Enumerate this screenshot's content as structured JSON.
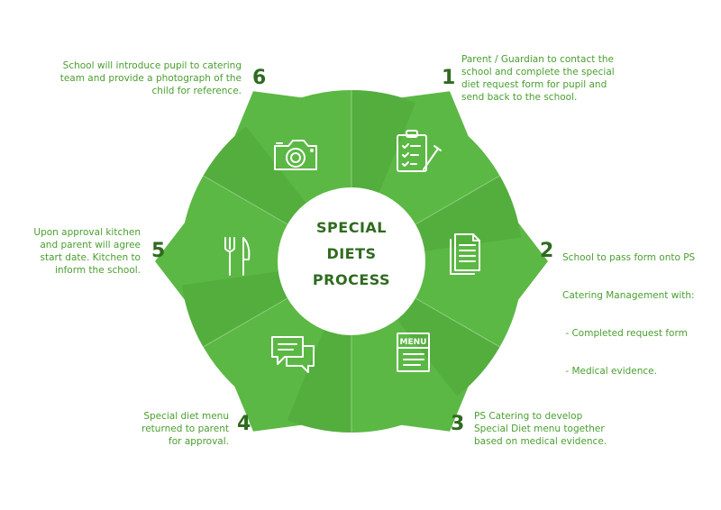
{
  "colors": {
    "ring": "#5bb844",
    "ring_dark": "#4ea63a",
    "text": "#4a9e2f",
    "number": "#2f6b1f",
    "center": "#ffffff"
  },
  "title_lines": [
    "SPECIAL",
    "DIETS",
    "PROCESS"
  ],
  "steps": [
    {
      "number": "1",
      "icon": "clipboard-checklist-icon",
      "lines": [
        "Parent / Guardian to contact the",
        "school and complete the special",
        "diet request form for pupil and",
        "send back to the school."
      ]
    },
    {
      "number": "2",
      "icon": "document-icon",
      "lines": [
        "School to pass form onto PS",
        "Catering Management with:",
        " - Completed request form",
        " - Medical evidence."
      ]
    },
    {
      "number": "3",
      "icon": "menu-card-icon",
      "menu_label": "MENU",
      "lines": [
        "PS Catering to develop",
        "Special Diet menu together",
        "based on medical evidence."
      ]
    },
    {
      "number": "4",
      "icon": "chat-bubbles-icon",
      "lines": [
        "Special diet menu",
        "returned to parent",
        "for approval."
      ]
    },
    {
      "number": "5",
      "icon": "fork-knife-icon",
      "lines": [
        "Upon approval kitchen",
        "and parent will agree",
        "start date. Kitchen to",
        "inform the school."
      ]
    },
    {
      "number": "6",
      "icon": "camera-icon",
      "lines": [
        "School will introduce pupil to catering",
        "team and provide a photograph of the",
        "child for reference."
      ]
    }
  ]
}
